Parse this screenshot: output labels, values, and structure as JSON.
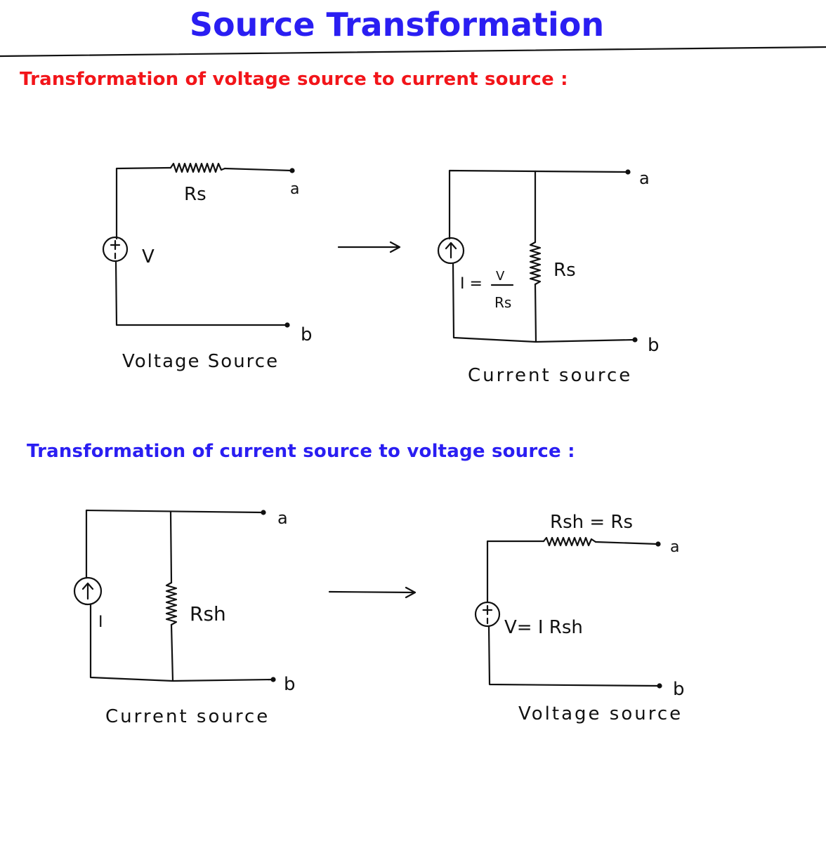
{
  "title": "Source Transformation",
  "sections": [
    {
      "heading": "Transformation of voltage source to current source :",
      "heading_color": "#f2151a",
      "left_circuit": {
        "resistor_label": "Rs",
        "source_label": "V",
        "terminal_top": "a",
        "terminal_bottom": "b",
        "caption": "Voltage Source"
      },
      "right_circuit": {
        "source_label": "I =",
        "fraction_num": "V",
        "fraction_den": "Rs",
        "resistor_label": "Rs",
        "terminal_top": "a",
        "terminal_bottom": "b",
        "caption": "Current source"
      }
    },
    {
      "heading": "Transformation of current source to voltage source :",
      "heading_color": "#2a1ef2",
      "left_circuit": {
        "source_label": "I",
        "resistor_label": "Rsh",
        "terminal_top": "a",
        "terminal_bottom": "b",
        "caption": "Current source"
      },
      "right_circuit": {
        "resistor_label": "Rsh = Rs",
        "source_label": "V= I Rsh",
        "terminal_top": "a",
        "terminal_bottom": "b",
        "caption": "Voltage source"
      }
    }
  ],
  "colors": {
    "title": "#2a1ef2",
    "ink": "#111111"
  },
  "icons": [
    "voltage-source-icon",
    "current-source-icon",
    "resistor-icon",
    "arrow-right-icon"
  ]
}
